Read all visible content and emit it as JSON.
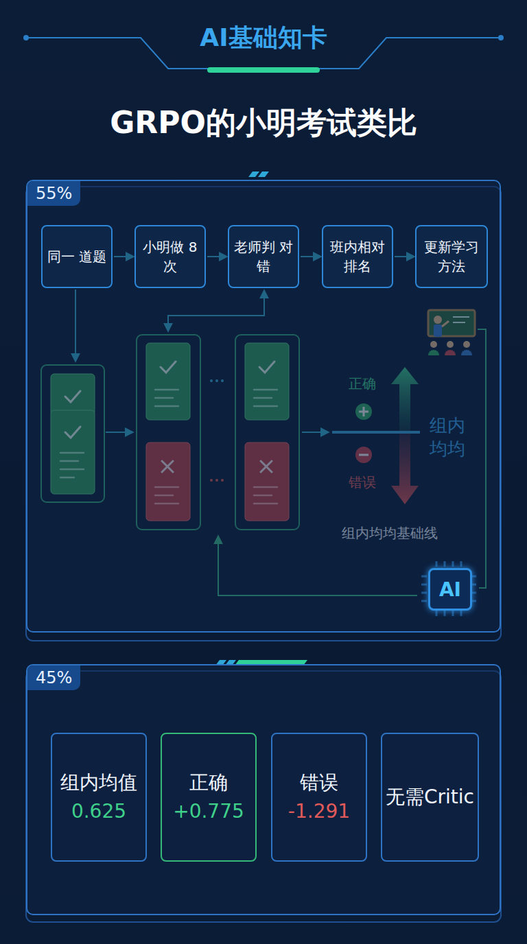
{
  "diagram": {
    "title": "GRPO的小明考试类比",
    "nodes": [
      {
        "text": [
          "55%"
        ]
      },
      {
        "text": [
          "同一 道题"
        ],
        "in": 0
      },
      {
        "text": [
          "小明做 8次"
        ],
        "in": 0
      },
      {
        "text": [
          "老师判 对错"
        ],
        "in": 0
      },
      {
        "text": [
          "班内相对 排名"
        ],
        "in": 0
      },
      {
        "text": [
          "更新学习 方法"
        ],
        "in": 0
      },
      {
        "text": [
          "AI"
        ],
        "in": 0
      },
      {
        "text": [
          "45%"
        ]
      },
      {
        "text": [
          "组内均值",
          "0.625"
        ],
        "in": 7
      },
      {
        "text": [
          "正确",
          "+0.775"
        ],
        "in": 7
      },
      {
        "text": [
          "错误",
          "-1.291"
        ],
        "in": 7
      },
      {
        "text": [
          "无需Critic"
        ],
        "in": 7
      }
    ],
    "edges": [
      {
        "from": 1,
        "to": 2,
        "arrow": "to"
      },
      {
        "from": 2,
        "to": 3,
        "arrow": "to"
      },
      {
        "from": 3,
        "to": 4,
        "arrow": "to"
      },
      {
        "from": 4,
        "to": 5,
        "arrow": "to"
      }
    ],
    "labels": [
      "AI基础知卡",
      "正确",
      "错误",
      "组内均均",
      "组内均均基础线"
    ]
  }
}
